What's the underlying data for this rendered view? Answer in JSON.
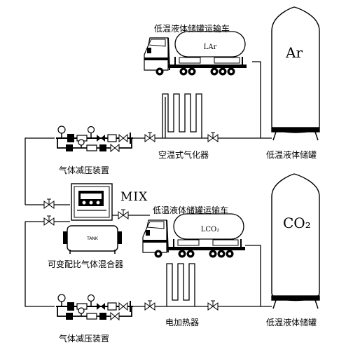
{
  "labels": {
    "truck_top": "低温液体储罐运输车",
    "truck_bottom": "低温液体储罐运输车",
    "tank_top_gas": "Ar",
    "tank_bottom_gas": "CO₂",
    "tank_top_caption": "低温液体储罐",
    "tank_bottom_caption": "低温液体储罐",
    "truck_top_tank_text": "LAr",
    "truck_bottom_tank_text": "LCO₂",
    "vaporizer_air": "空温式气化器",
    "vaporizer_electric": "电加热器",
    "pressure_reducer_top": "气体减压装置",
    "pressure_reducer_bottom": "气体减压装置",
    "mixer_caption": "可变配比气体混合器",
    "mixer_output": "MIX",
    "mixer_base_text": "TANK"
  },
  "icons": [
    "valve-icon",
    "gauge-icon",
    "filter-icon",
    "regulator-icon",
    "truck-icon",
    "tank-icon",
    "coil-icon",
    "mixer-cabinet-icon"
  ]
}
